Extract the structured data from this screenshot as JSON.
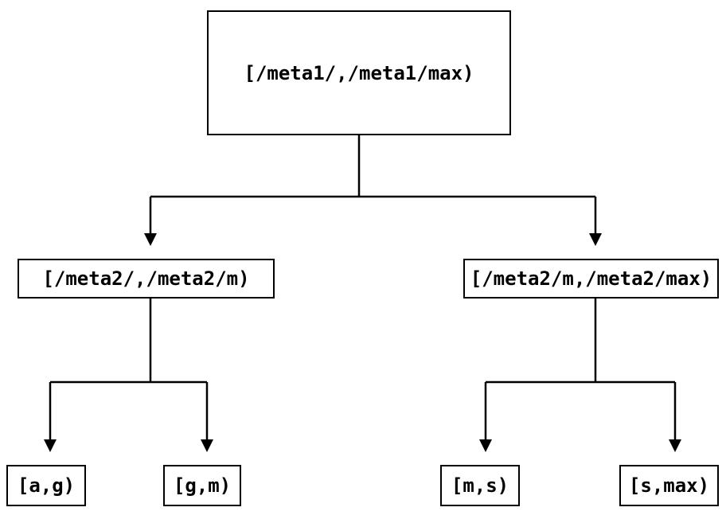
{
  "diagram": {
    "type": "tree",
    "nodes": {
      "root": "[/meta1/,/meta1/max)",
      "left_branch": "[/meta2/,/meta2/m)",
      "right_branch": "[/meta2/m,/meta2/max)",
      "leaf_a_g": "[a,g)",
      "leaf_g_m": "[g,m)",
      "leaf_m_s": "[m,s)",
      "leaf_s_max": "[s,max)"
    },
    "edges": [
      {
        "from": "root",
        "to": "left_branch"
      },
      {
        "from": "root",
        "to": "right_branch"
      },
      {
        "from": "left_branch",
        "to": "leaf_a_g"
      },
      {
        "from": "left_branch",
        "to": "leaf_g_m"
      },
      {
        "from": "right_branch",
        "to": "leaf_m_s"
      },
      {
        "from": "right_branch",
        "to": "leaf_s_max"
      }
    ],
    "colors": {
      "background": "#ffffff",
      "line": "#000000",
      "text": "#000000"
    }
  }
}
